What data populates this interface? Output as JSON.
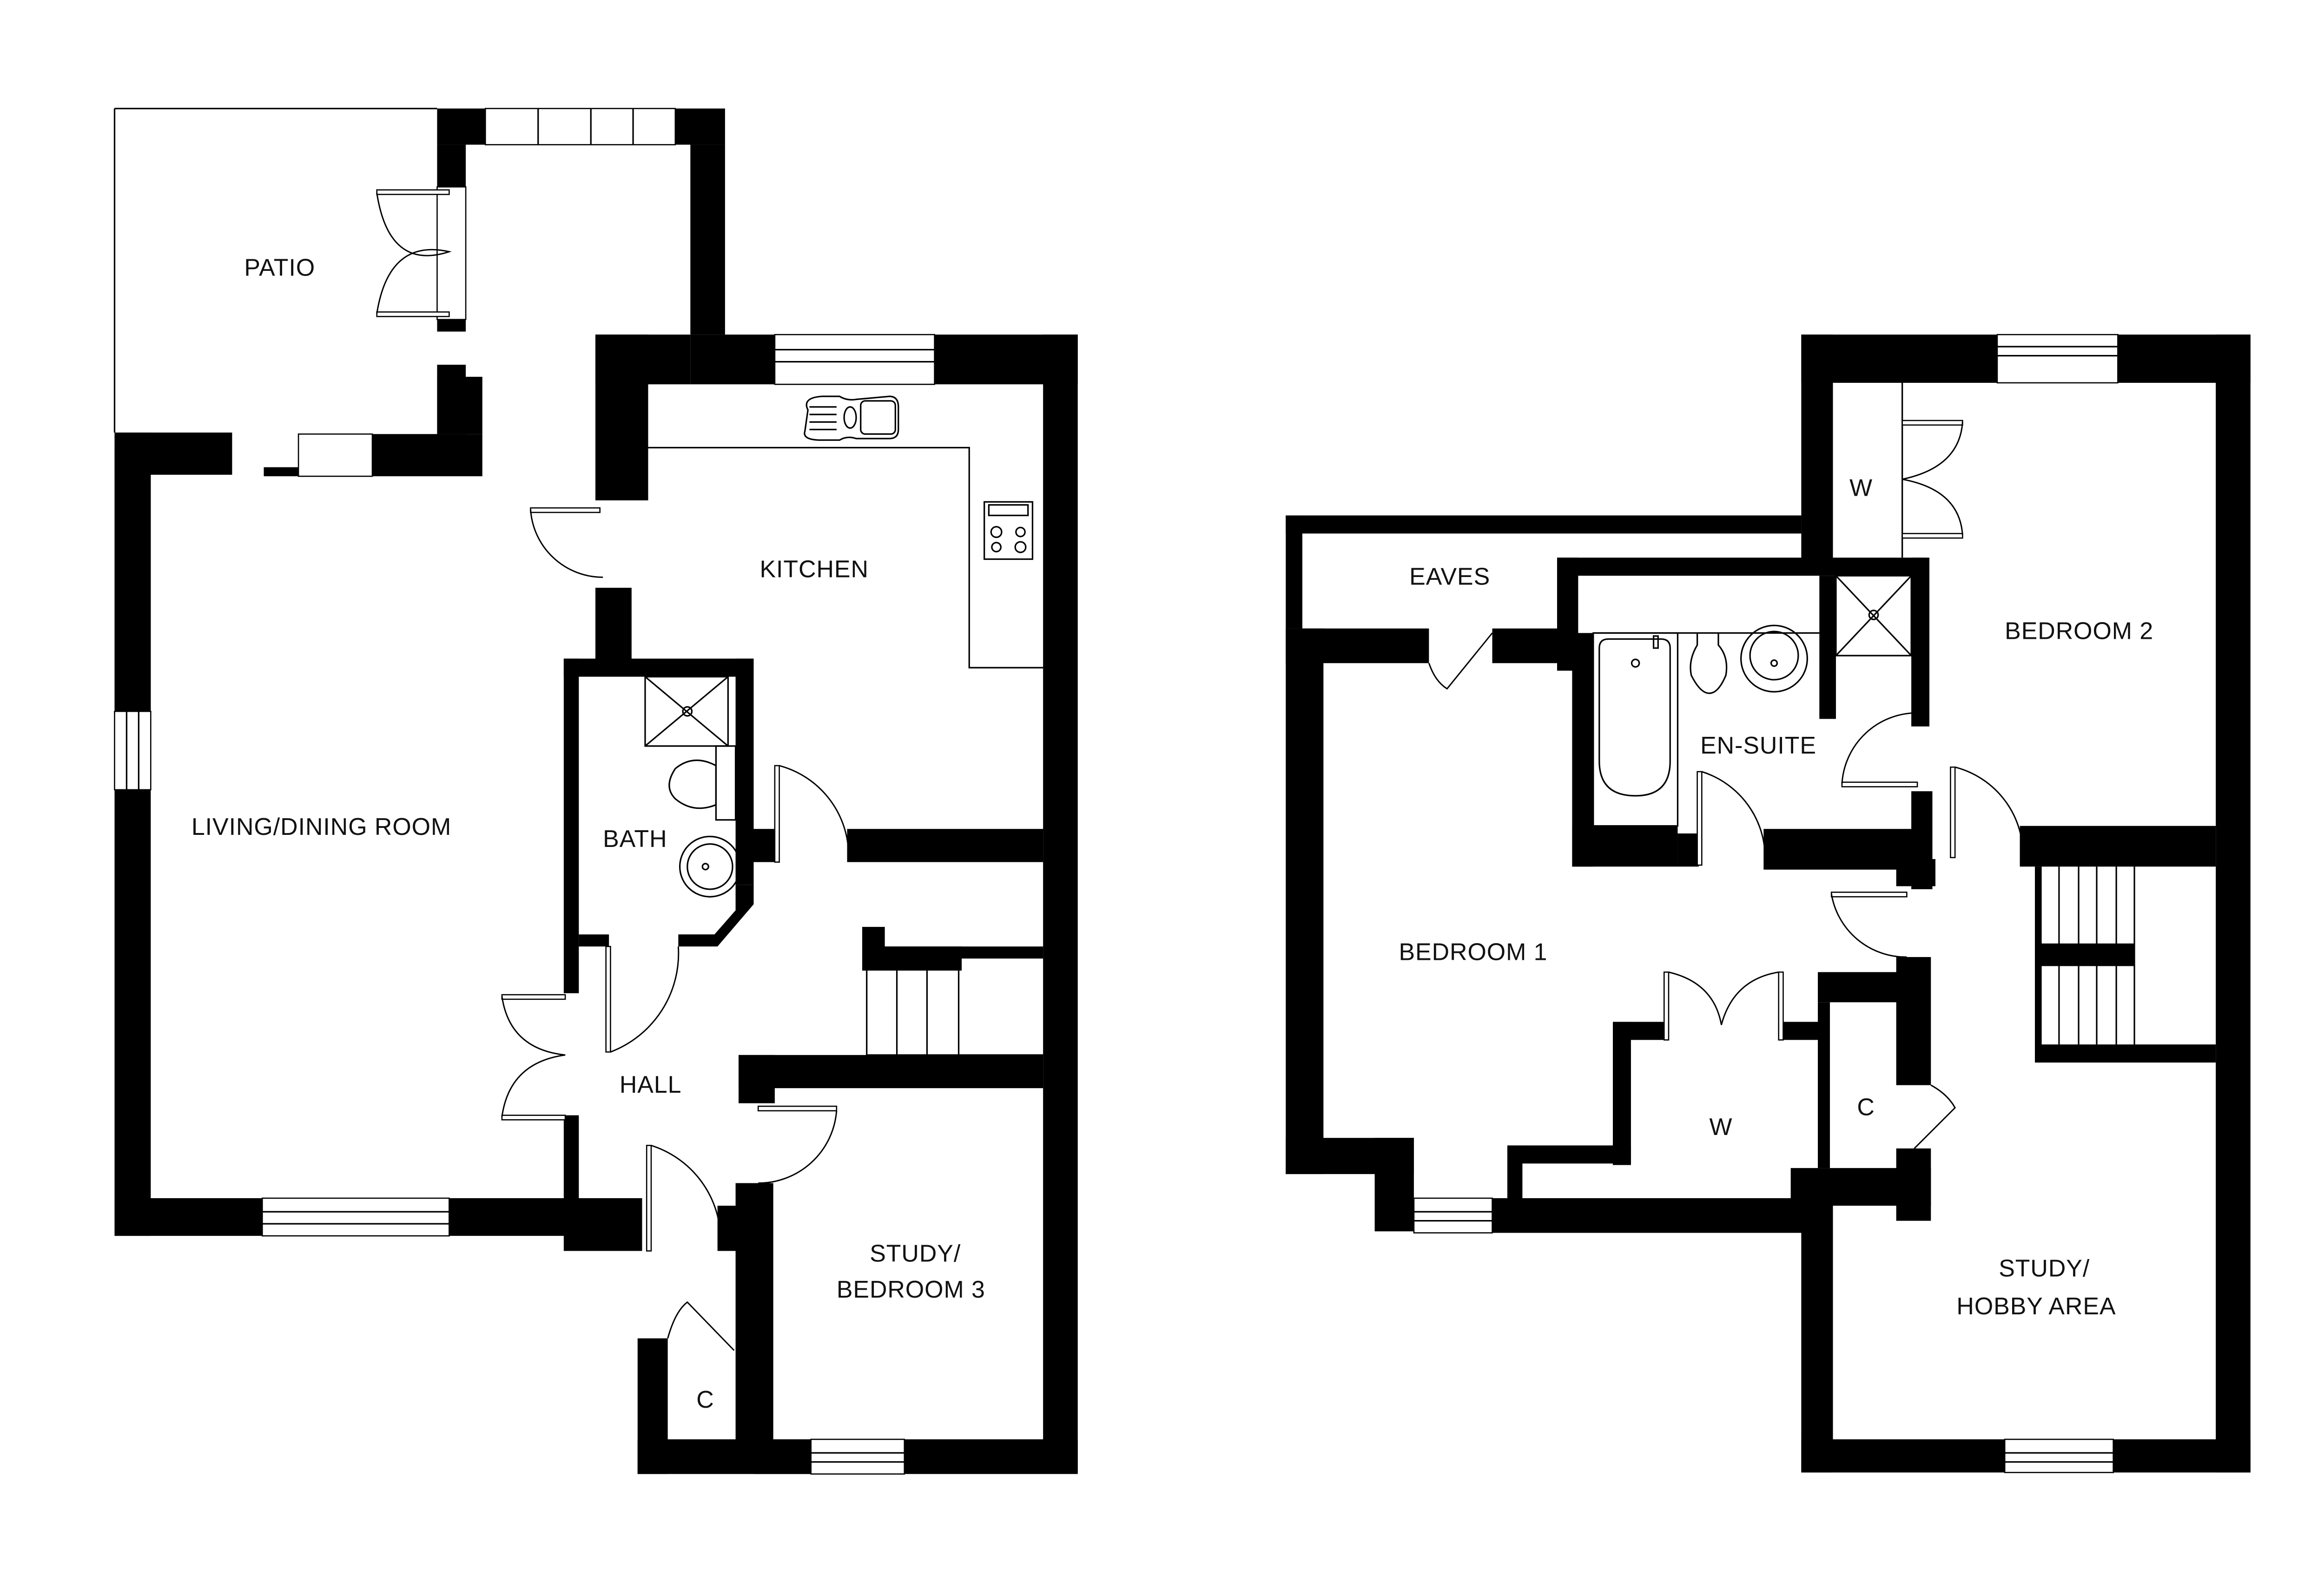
{
  "floorplan": {
    "colors": {
      "wall": "#000000",
      "background": "#ffffff",
      "text": "#111111"
    },
    "ground_floor": {
      "rooms": [
        {
          "id": "patio",
          "label": "PATIO"
        },
        {
          "id": "kitchen",
          "label": "KITCHEN"
        },
        {
          "id": "living",
          "label": "LIVING/DINING ROOM"
        },
        {
          "id": "bath",
          "label": "BATH"
        },
        {
          "id": "hall",
          "label": "HALL"
        },
        {
          "id": "study3",
          "label_line1": "STUDY/",
          "label_line2": "BEDROOM 3"
        },
        {
          "id": "cupboard",
          "label": "C"
        }
      ],
      "fixtures": [
        "sink-drainer",
        "hob",
        "shower-tray",
        "toilet",
        "wash-basin",
        "staircase"
      ]
    },
    "first_floor": {
      "rooms": [
        {
          "id": "eaves",
          "label": "EAVES"
        },
        {
          "id": "ensuite",
          "label": "EN-SUITE"
        },
        {
          "id": "bedroom2",
          "label": "BEDROOM 2"
        },
        {
          "id": "wardrobe2",
          "label": "W"
        },
        {
          "id": "bedroom1",
          "label": "BEDROOM 1"
        },
        {
          "id": "wardrobe1",
          "label": "W"
        },
        {
          "id": "cupboard",
          "label": "C"
        },
        {
          "id": "hobby",
          "label_line1": "STUDY/",
          "label_line2": "HOBBY AREA"
        }
      ],
      "fixtures": [
        "bathtub",
        "toilet",
        "wash-basin",
        "shower-tray",
        "staircase"
      ]
    }
  }
}
